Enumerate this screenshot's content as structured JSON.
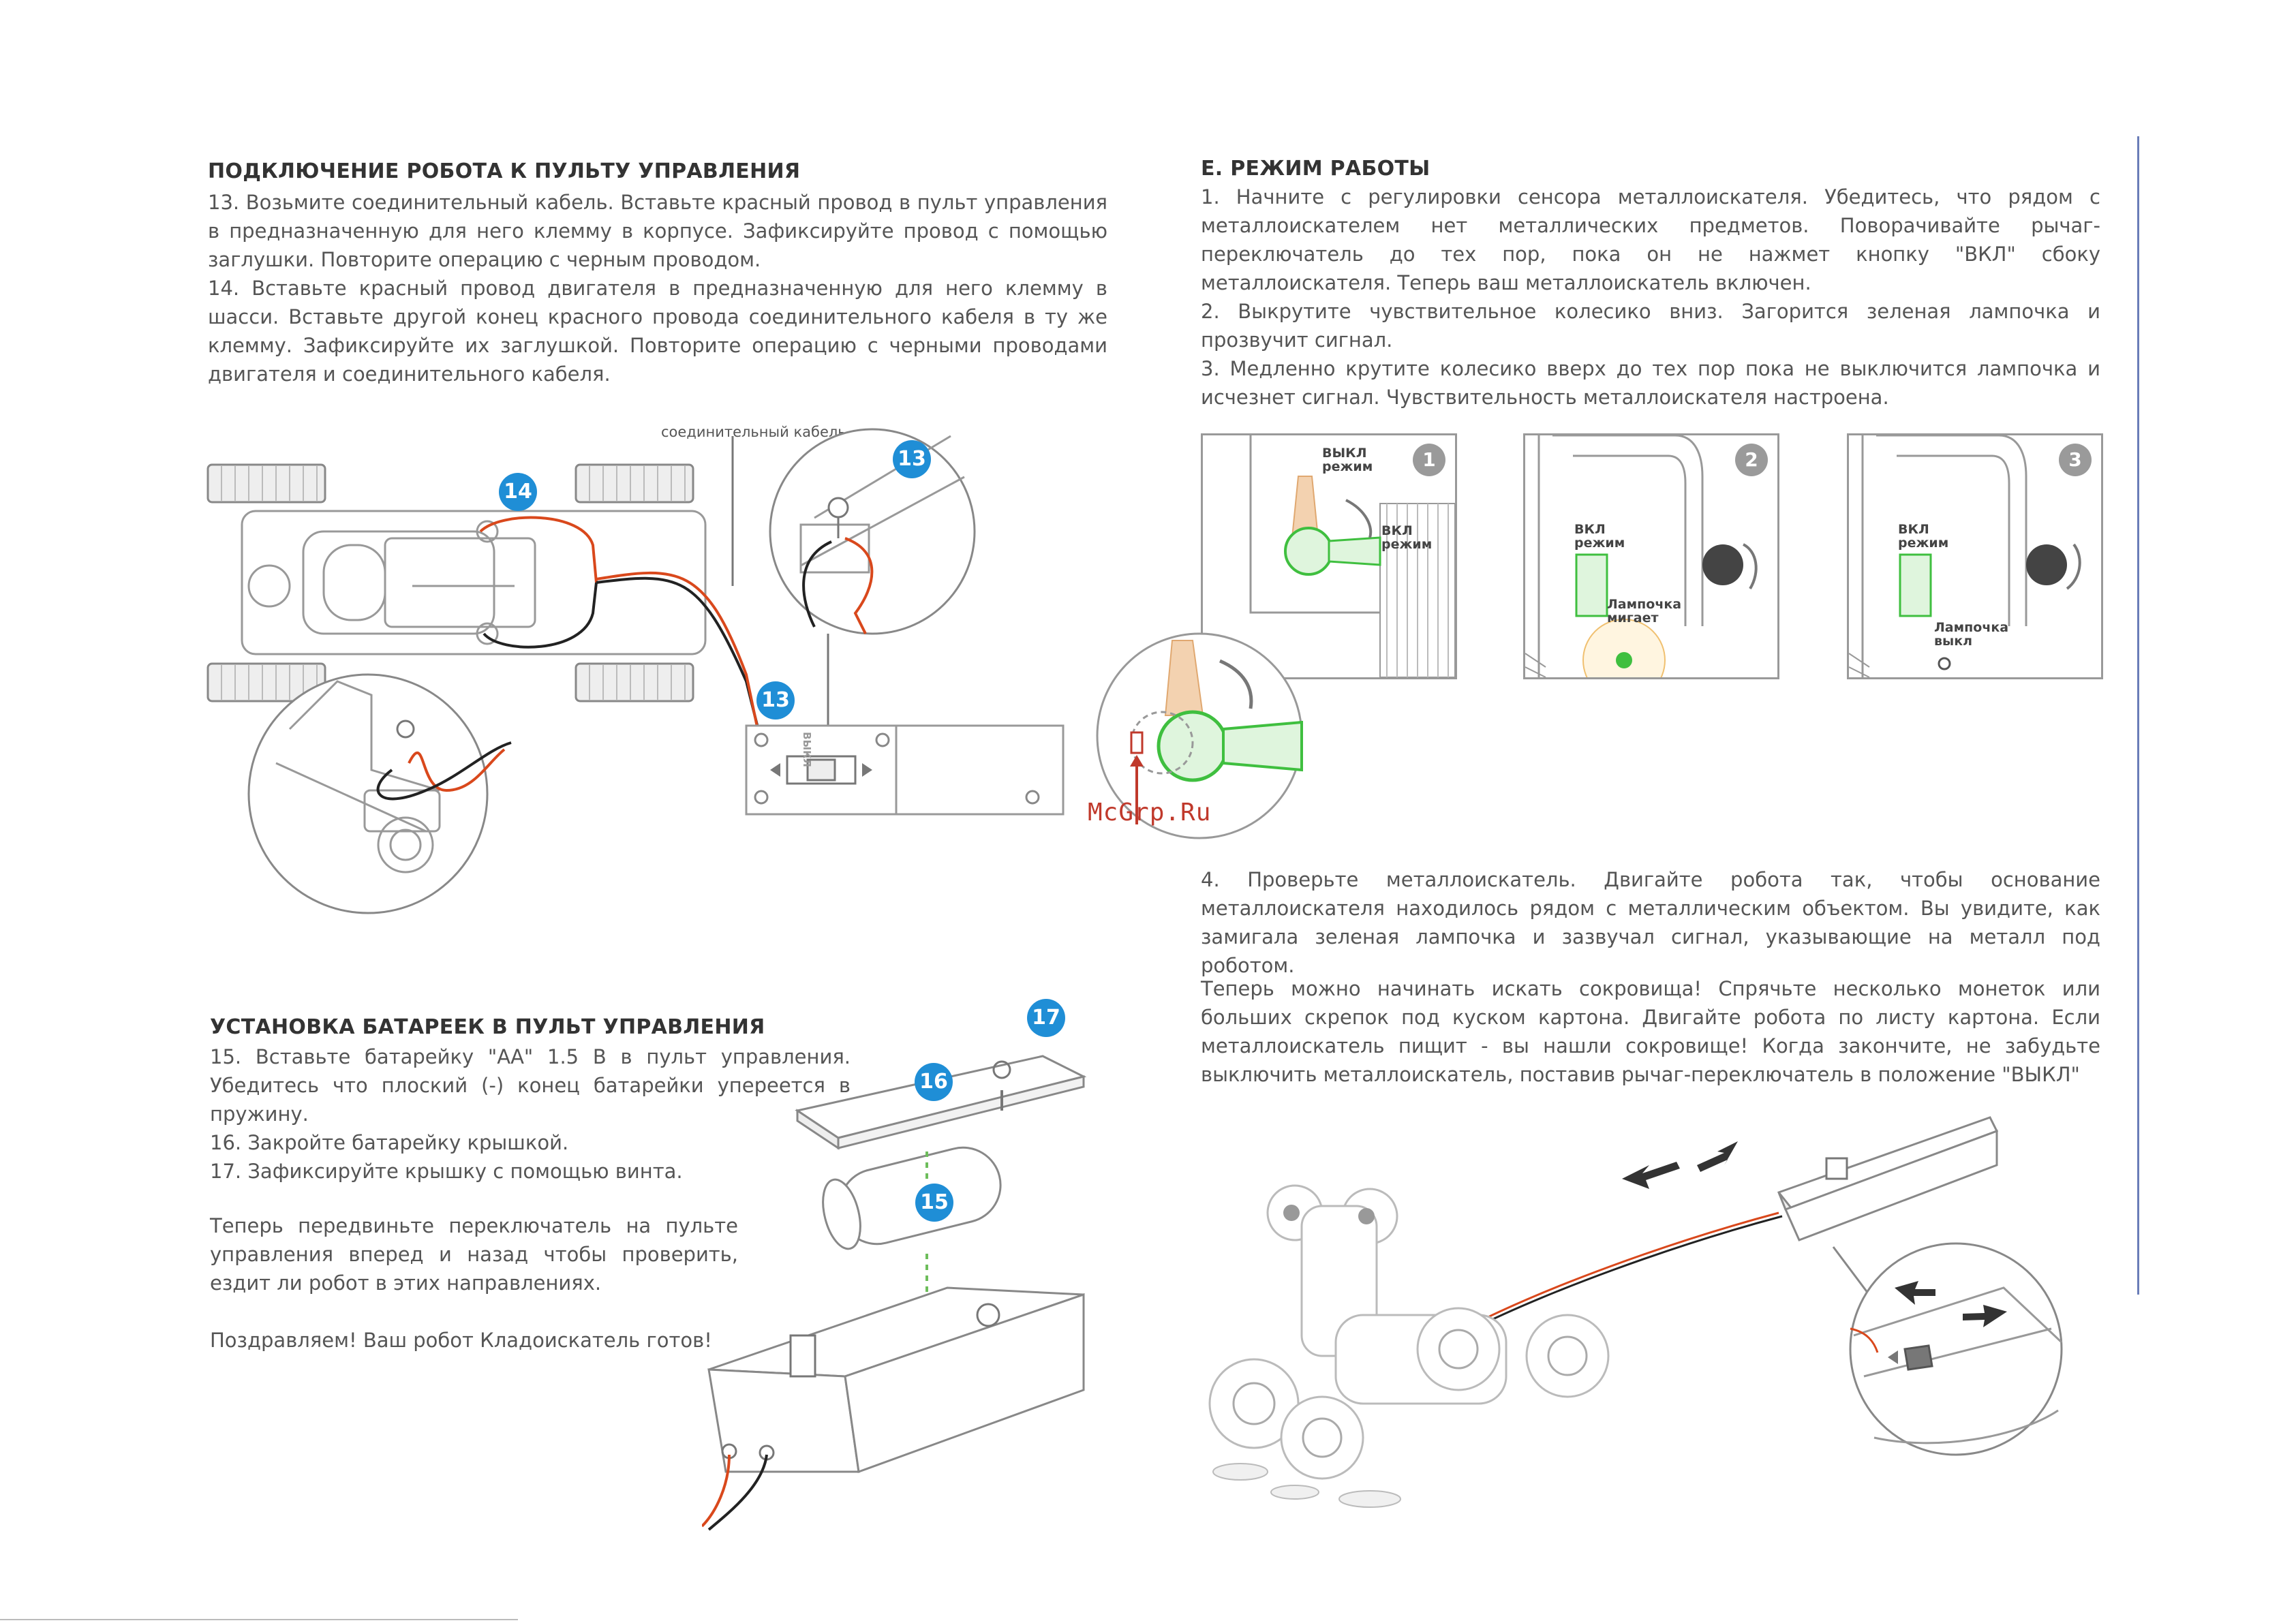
{
  "left": {
    "connect": {
      "heading": "ПОДКЛЮЧЕНИЕ РОБОТА К ПУЛЬТУ УПРАВЛЕНИЯ",
      "p13": "13. Возьмите соединительный кабель. Вставьте красный провод в пульт управления в предназначенную для него клемму в корпусе. Зафиксируйте провод с помощью заглушки. Повторите операцию с черным проводом.",
      "p14": "14. Вставьте красный провод двигателя в предназначенную для него клемму в шасси. Вставьте другой конец красного провода соединительного кабеля в ту же клемму. Зафиксируйте их заглушкой. Повторите операцию с черными проводами двигателя и соединительного кабеля.",
      "cable_label": "соединительный кабель",
      "switch_label": "ВЫКЛ",
      "badges": [
        "14",
        "13",
        "13"
      ]
    },
    "battery": {
      "heading": "УСТАНОВКА БАТАРЕЕК В ПУЛЬТ УПРАВЛЕНИЯ",
      "s15": "15. Вставьте батарейку \"АА\" 1.5 В в пульт управления. Убедитесь что плоский (-) конец батарейки упереется в пружину.",
      "s16": "16. Закройте батарейку крышкой.",
      "s17": "17. Зафиксируйте крышку с помощью винта.",
      "move": "Теперь передвиньте переключатель на пульте управления вперед и назад чтобы проверить, ездит ли робот в этих направлениях.",
      "congrats": "Поздравляем! Ваш робот Кладоискатель готов!",
      "badges": [
        "17",
        "16",
        "15"
      ]
    }
  },
  "right": {
    "mode": {
      "heading": "Е. РЕЖИМ РАБОТЫ",
      "p1": "1. Начните с регулировки сенсора металлоискателя. Убедитесь, что рядом с металлоискателем нет металлических предметов. Поворачивайте рычаг-переключатель до тех пор, пока он не нажмет кнопку \"ВКЛ\" сбоку металлоискателя. Теперь ваш металлоискатель включен.",
      "p2": "2. Выкрутите чувствительное колесико вниз. Загорится зеленая лампочка и прозвучит сигнал.",
      "p3": "3. Медленно крутите колесико вверх до тех пор пока не выключится лампочка и исчезнет сигнал. Чувствительность металлоискателя настроена.",
      "p4": "4. Проверьте металлоискатель. Двигайте робота так, чтобы основание металлоискателя находилось рядом с металлическим объектом. Вы увидите, как замигала зеленая лампочка и зазвучал сигнал, указывающие на металл под роботом.",
      "p5": "Теперь можно начинать искать сокровища! Спрячьте несколько монеток или больших скрепок под куском картона. Двигайте робота по листу картона. Если металлоискатель пищит - вы нашли сокровище! Когда закончите, не забудьте выключить металлоискатель, поставив рычаг-переключатель в положение \"ВЫКЛ\""
    },
    "panels": [
      {
        "num": "1",
        "label_a": "ВЫКЛ режим",
        "label_b": "ВКЛ режим"
      },
      {
        "num": "2",
        "label_a": "ВКЛ режим",
        "label_b": "Лампочка мигает"
      },
      {
        "num": "3",
        "label_a": "ВКЛ режим",
        "label_b": "Лампочка выкл"
      }
    ],
    "watermark": "McGrp.Ru"
  },
  "colors": {
    "badge": "#1f8ed6",
    "wire_red": "#d9481c",
    "wire_black": "#222222",
    "led_green": "#3fbf3f",
    "text": "#555555"
  }
}
